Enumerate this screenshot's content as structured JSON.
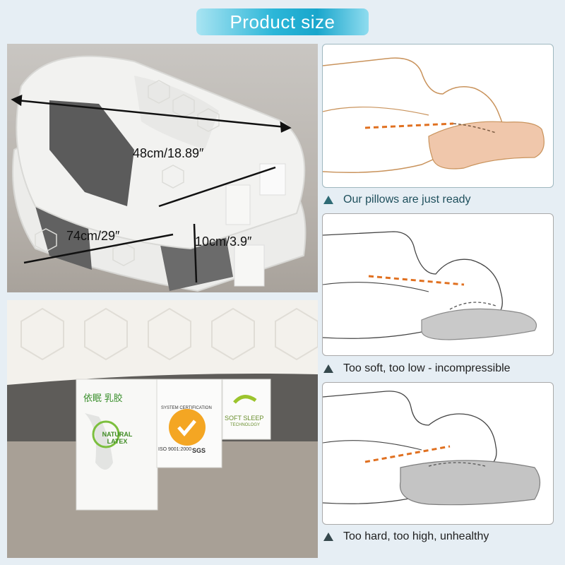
{
  "banner": {
    "title": "Product size"
  },
  "dimensions": {
    "width": "48cm/18.89″",
    "length": "74cm/29″",
    "height": "10cm/3.9″"
  },
  "tags": {
    "brand_cn": "依眠 乳胶",
    "latex": "NATURAL LATEX",
    "cert_ring": "SYSTEM CERTIFICATION",
    "iso": "ISO 9001:2000",
    "sgs": "SGS",
    "soft_sleep": "SOFT SLEEP",
    "soft_sleep_sub": "TECHNOLOGY"
  },
  "comparisons": [
    {
      "caption": "Our pillows are just ready",
      "pillow_color": "#f0c7ab"
    },
    {
      "caption": "Too soft, too low - incompressible",
      "pillow_color": "#c9c9c9"
    },
    {
      "caption": "Too hard, too high, unhealthy",
      "pillow_color": "#c4c4c4"
    }
  ],
  "colors": {
    "banner_accent": "#19a6cc",
    "spine_dash": "#e07020",
    "caption_text": "#1e4f5c"
  }
}
